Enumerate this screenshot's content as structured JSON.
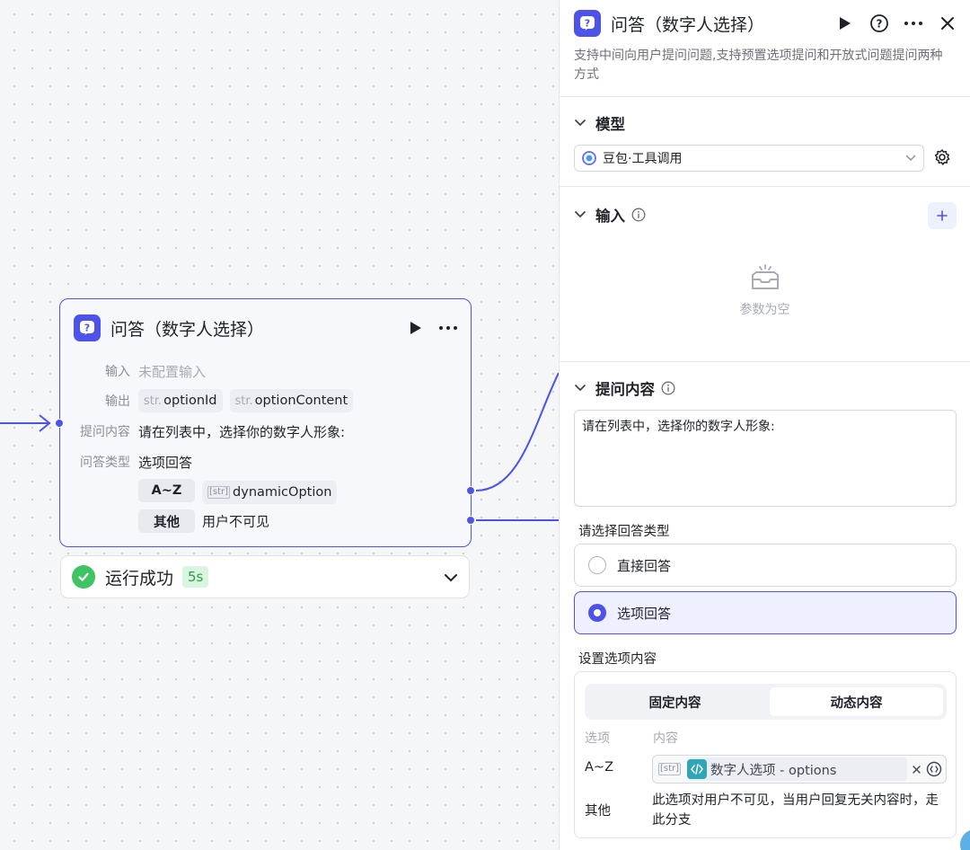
{
  "colors": {
    "accent": "#4d53e8",
    "success": "#3ec462",
    "success_bg": "#d9f5df",
    "selected_bg": "#eef0ff",
    "muted_text": "#8a8f99"
  },
  "canvas_node": {
    "title": "问答（数字人选择）",
    "icon": "question-icon",
    "input_label": "输入",
    "input_value": "未配置输入",
    "output_label": "输出",
    "outputs": [
      {
        "type": "str.",
        "name": "optionId"
      },
      {
        "type": "str.",
        "name": "optionContent"
      }
    ],
    "question_label": "提问内容",
    "question_value": "请在列表中，选择你的数字人形象:",
    "answer_type_label": "问答类型",
    "answer_type_value": "选项回答",
    "option_rows": [
      {
        "key": "A~Z",
        "type": "[str]",
        "value": "dynamicOption"
      },
      {
        "key": "其他",
        "value": "用户不可见"
      }
    ]
  },
  "run_status": {
    "text": "运行成功",
    "duration": "5s"
  },
  "panel": {
    "title": "问答（数字人选择）",
    "description": "支持中间向用户提问问题,支持预置选项提问和开放式问题提问两种方式",
    "model_section": {
      "title": "模型",
      "selected_model": "豆包·工具调用"
    },
    "input_section": {
      "title": "输入",
      "empty_text": "参数为空"
    },
    "question_section": {
      "title": "提问内容",
      "value": "请在列表中，选择你的数字人形象:"
    },
    "answer_type": {
      "label": "请选择回答类型",
      "options": [
        {
          "label": "直接回答",
          "selected": false
        },
        {
          "label": "选项回答",
          "selected": true
        }
      ]
    },
    "options_setting": {
      "label": "设置选项内容",
      "tabs": [
        {
          "label": "固定内容",
          "active": false
        },
        {
          "label": "动态内容",
          "active": true
        }
      ],
      "col_option": "选项",
      "col_content": "内容",
      "rows": [
        {
          "key": "A~Z",
          "type": "[str]",
          "value": "数字人选项 - options"
        },
        {
          "key": "其他",
          "value": "此选项对用户不可见，当用户回复无关内容时，走此分支"
        }
      ]
    }
  }
}
